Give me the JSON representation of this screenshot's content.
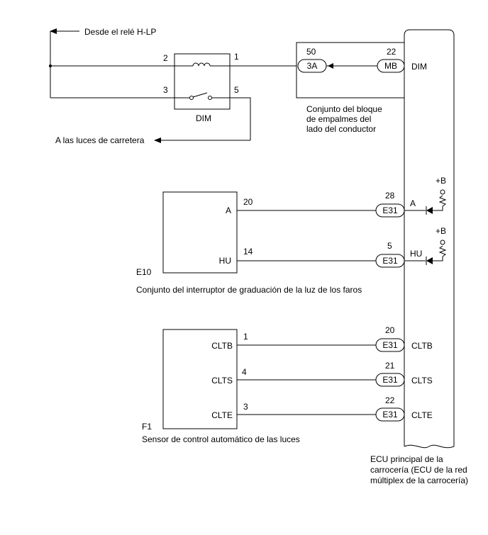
{
  "labels": {
    "from_relay": "Desde el relé H-LP",
    "to_high_beams": "A las luces de carretera",
    "dim_relay": "DIM",
    "junction_block": [
      "Conjunto del bloque",
      "de empalmes del",
      "lado del conductor"
    ],
    "headlight_switch_code": "E10",
    "headlight_switch": "Conjunto del interruptor de graduación de la luz de los faros",
    "light_sensor_code": "F1",
    "light_sensor": "Sensor de control automático de las luces",
    "ecu": [
      "ECU principal de la",
      "carrocería (ECU de la red",
      "múltiplex de la carrocería)"
    ]
  },
  "relay_pins": {
    "p2": "2",
    "p1": "1",
    "p3": "3",
    "p5": "5"
  },
  "junction": {
    "left_pin": "50",
    "left_connector": "3A",
    "right_pin": "22",
    "right_connector": "MB",
    "ecu_terminal": "DIM"
  },
  "switch_rows": [
    {
      "device_terminal": "A",
      "pin": "20",
      "ecu_pin": "28",
      "connector": "E31",
      "ecu_terminal": "A",
      "supply": "+B"
    },
    {
      "device_terminal": "HU",
      "pin": "14",
      "ecu_pin": "5",
      "connector": "E31",
      "ecu_terminal": "HU",
      "supply": "+B"
    }
  ],
  "sensor_rows": [
    {
      "device_terminal": "CLTB",
      "pin": "1",
      "ecu_pin": "20",
      "connector": "E31",
      "ecu_terminal": "CLTB"
    },
    {
      "device_terminal": "CLTS",
      "pin": "4",
      "ecu_pin": "21",
      "connector": "E31",
      "ecu_terminal": "CLTS"
    },
    {
      "device_terminal": "CLTE",
      "pin": "3",
      "ecu_pin": "22",
      "connector": "E31",
      "ecu_terminal": "CLTE"
    }
  ]
}
